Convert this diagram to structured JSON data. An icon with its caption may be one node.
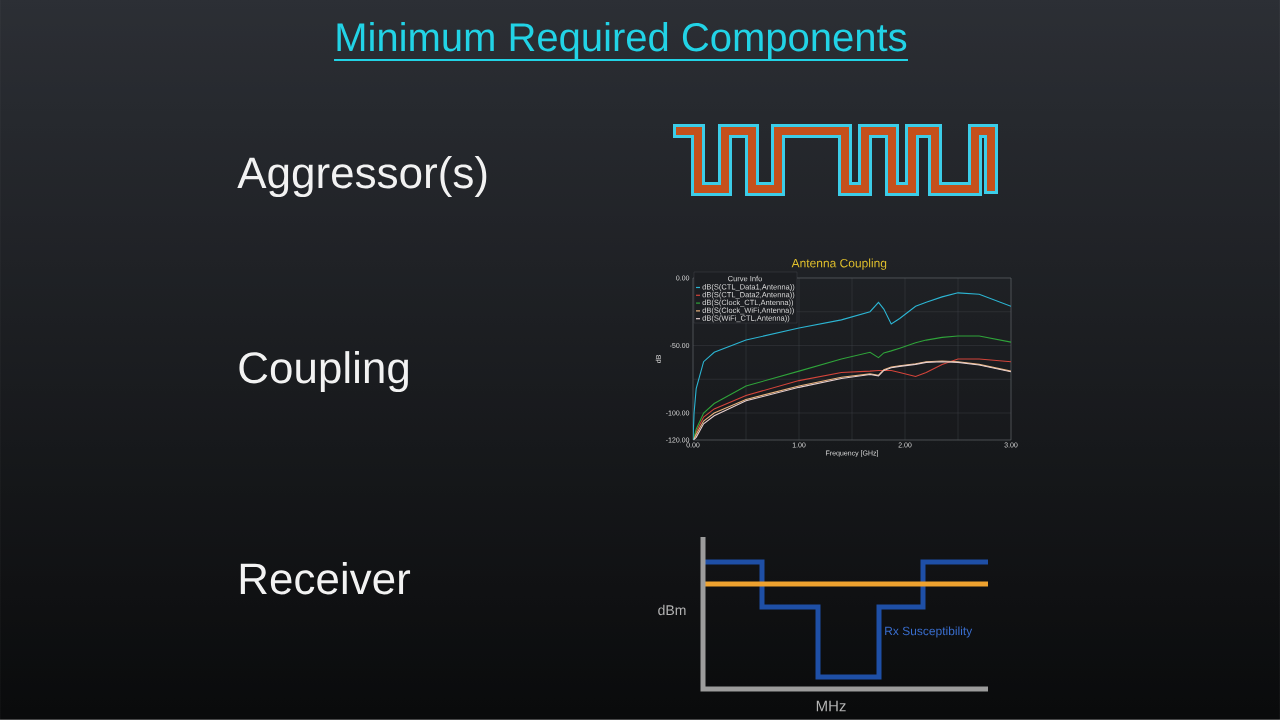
{
  "diagram": {
    "title": "Minimum Required Components",
    "labels": [
      "Aggressor(s)",
      "Curve Info",
      "Coupling",
      "Receiver",
      "dBm",
      "Rx Susceptibility",
      "MHz"
    ],
    "chart_data": {
      "type": "line",
      "title": "Antenna Coupling",
      "xlabel": "Frequency [GHz]",
      "ylabel": "dB",
      "x": [
        0,
        0.01,
        0.03,
        0.1,
        0.2,
        0.5,
        1.0,
        1.4,
        1.67,
        1.75,
        1.8,
        1.87,
        1.95,
        2.1,
        2.2,
        2.35,
        2.5,
        2.7,
        3.0
      ],
      "series": [
        {
          "name": "dB(S(CTL_Data1,Antenna))",
          "color": "#2cb5d3",
          "values": [
            -120,
            -100,
            -82,
            -62,
            -55,
            -46,
            -37,
            -31,
            -25,
            -18,
            -23,
            -34,
            -30,
            -21,
            -18,
            -14,
            -11,
            -12,
            -21
          ]
        },
        {
          "name": "dB(S(CTL_Data2,Antenna))",
          "color": "#d4443a",
          "values": [
            -120,
            -119,
            -114,
            -103,
            -97,
            -87,
            -76,
            -70,
            -69,
            -68.5,
            -68.5,
            -68.5,
            -70,
            -73,
            -70,
            -64,
            -60,
            -60,
            -62
          ]
        },
        {
          "name": "dB(S(Clock_CTL,Antenna))",
          "color": "#2fa33a",
          "values": [
            -120,
            -118,
            -112,
            -100,
            -93,
            -80,
            -69,
            -60,
            -55,
            -59,
            -55.5,
            -54,
            -52,
            -48,
            -46,
            -44,
            -43,
            -43,
            -47.5
          ]
        },
        {
          "name": "dB(S(Clock_WiFi,Antenna))",
          "color": "#e9b27c",
          "values": [
            -120,
            -119,
            -116,
            -106,
            -100,
            -90,
            -80,
            -73.5,
            -71,
            -72,
            -68,
            -66,
            -65,
            -63.5,
            -62,
            -61.5,
            -62,
            -64,
            -69
          ]
        },
        {
          "name": "dB(S(WiFi_CTL,Antenna))",
          "color": "#e6cfcf",
          "values": [
            -120,
            -119.5,
            -118,
            -108,
            -102,
            -91,
            -81,
            -74.5,
            -71.5,
            -72.5,
            -68.5,
            -66.5,
            -65.5,
            -64,
            -62.5,
            -62,
            -62.5,
            -64.5,
            -69.5
          ]
        }
      ],
      "xlim": [
        0,
        3
      ],
      "ylim": [
        -120,
        0
      ],
      "xticks": [
        {
          "value": 0,
          "label": "0.00"
        },
        {
          "value": 1,
          "label": "1.00"
        },
        {
          "value": 2,
          "label": "2.00"
        },
        {
          "value": 3,
          "label": "3.00"
        }
      ],
      "yticks": [
        {
          "value": -120,
          "label": "-120.00"
        },
        {
          "value": -100,
          "label": "-100.00"
        },
        {
          "value": -50,
          "label": "-50.00"
        },
        {
          "value": 0,
          "label": "0.00"
        }
      ],
      "grid": true
    }
  }
}
